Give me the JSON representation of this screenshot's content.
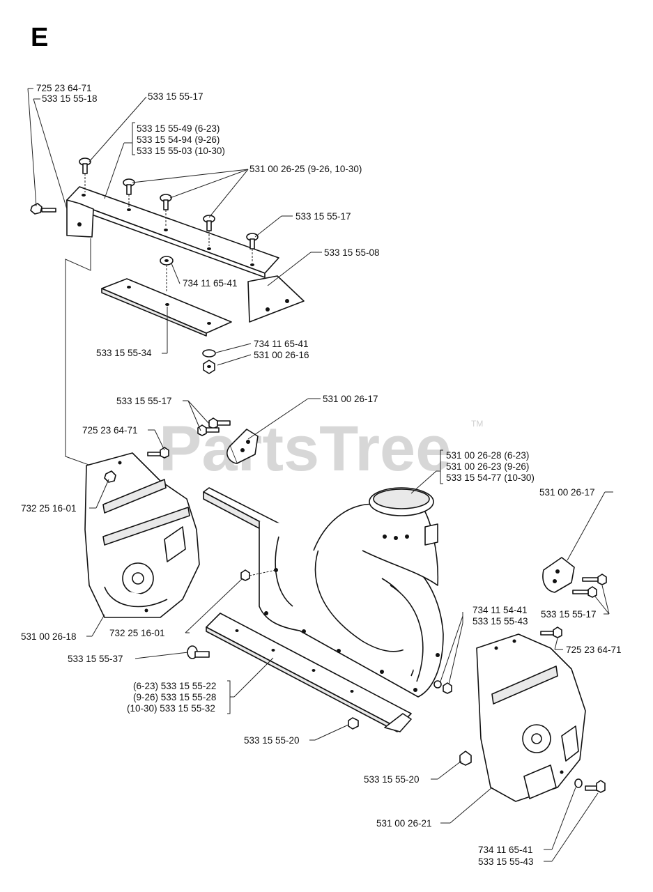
{
  "section_letter": "E",
  "watermark": "PartsTree",
  "watermark_tm": "TM",
  "labels": {
    "l1a": "725 23 64-71",
    "l1b": "533 15 55-18",
    "l2": "533 15 55-17",
    "l3a": "533 15 55-49 (6-23)",
    "l3b": "533 15 54-94 (9-26)",
    "l3c": "533 15 55-03 (10-30)",
    "l4": "531 00 26-25 (9-26, 10-30)",
    "l5": "533 15 55-17",
    "l6": "533 15 55-08",
    "l7": "734 11 65-41",
    "l8": "533 15 55-34",
    "l9": "734 11 65-41",
    "l10": "531 00 26-16",
    "l11": "533 15 55-17",
    "l12": "531 00 26-17",
    "l13": "725 23 64-71",
    "l14a": "531 00 26-28 (6-23)",
    "l14b": "531 00 26-23 (9-26)",
    "l14c": "533 15 54-77 (10-30)",
    "l15": "732 25 16-01",
    "l16": "531 00 26-17",
    "l17": "531 00 26-18",
    "l18": "732 25 16-01",
    "l19a": "734 11 54-41",
    "l19b": "533 15 55-43",
    "l20": "533 15 55-17",
    "l21": "533 15 55-37",
    "l22": "725 23 64-71",
    "l23a": "(6-23) 533 15 55-22",
    "l23b": "(9-26) 533 15 55-28",
    "l23c": "(10-30) 533 15 55-32",
    "l24": "533 15 55-20",
    "l25": "533 15 55-20",
    "l26": "531 00 26-21",
    "l27a": "734 11 65-41",
    "l27b": "533 15 55-43"
  }
}
